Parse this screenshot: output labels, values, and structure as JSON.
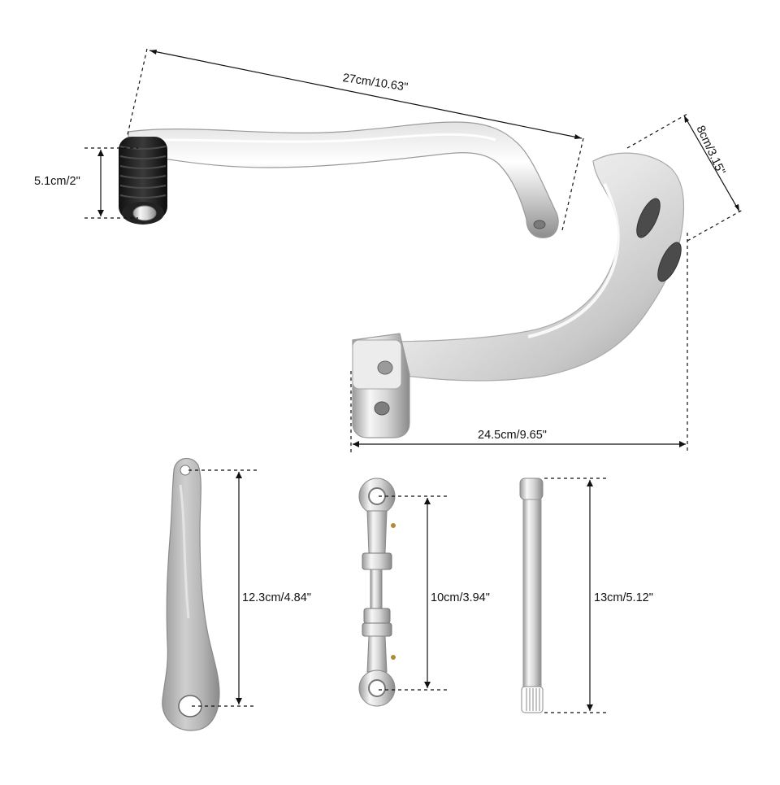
{
  "dimensions": {
    "shift_lever_length": "27cm/10.63\"",
    "shift_lever_peg_height": "5.1cm/2\"",
    "heel_shifter_depth": "8cm/3.15\"",
    "heel_shifter_width": "24.5cm/9.65\"",
    "inner_lever_length": "12.3cm/4.84\"",
    "linkage_rod_length": "10cm/3.94\"",
    "shaft_length": "13cm/5.12\""
  },
  "colors": {
    "chrome_light": "#f4f4f4",
    "chrome_mid": "#c9c9c9",
    "chrome_dark": "#8e8e8e",
    "rubber": "#1a1a1a",
    "dimension_line": "#111111",
    "background": "#ffffff"
  }
}
